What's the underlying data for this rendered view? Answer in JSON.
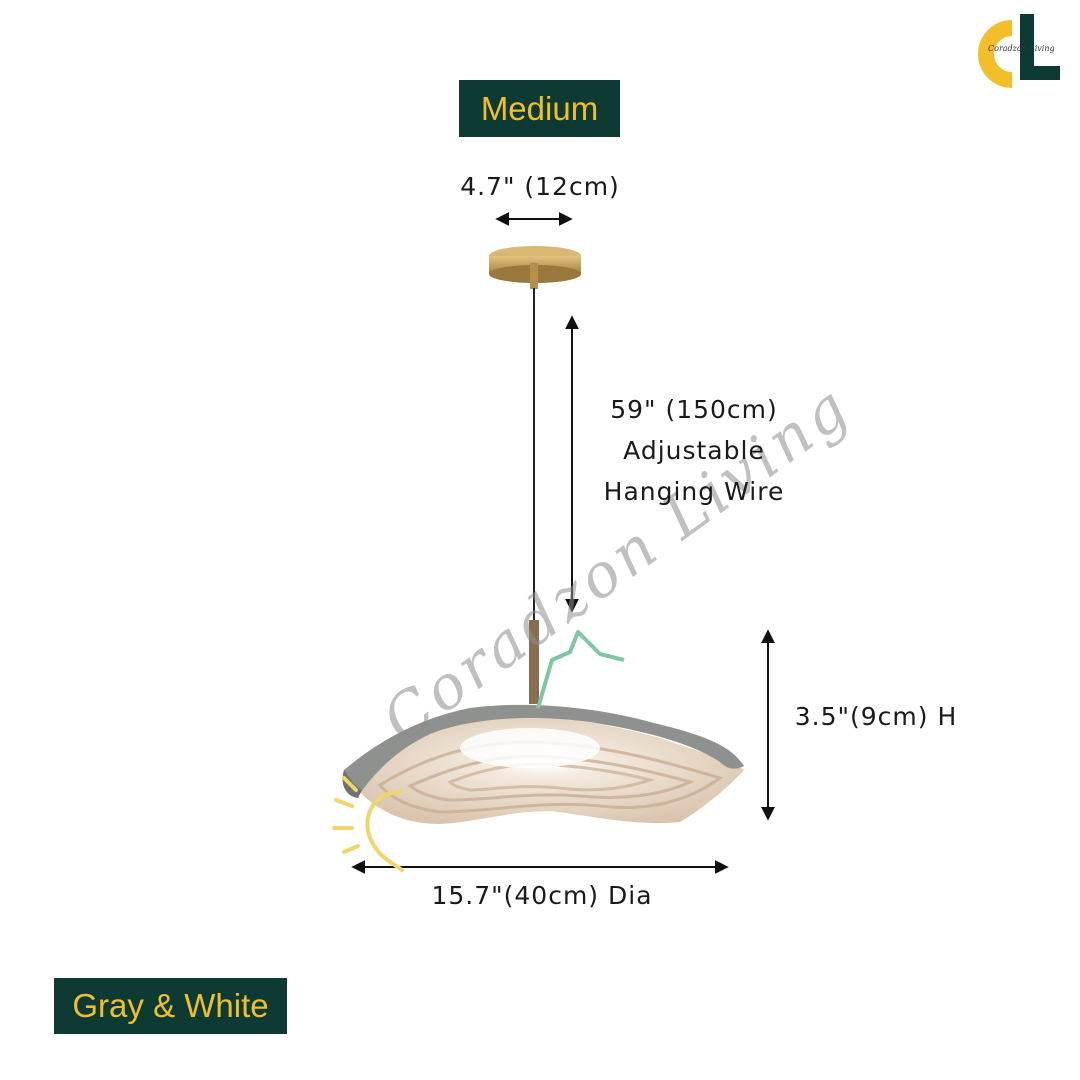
{
  "brand": {
    "logo_text": "Coradzon Living",
    "watermark_text": "Coradzon Living",
    "colors": {
      "dark_green": "#0d3a33",
      "gold": "#f2bf2a",
      "mint": "#7fc6a4"
    }
  },
  "size_badge": "Medium",
  "color_badge": "Gray & White",
  "dimensions": {
    "canopy": "4.7\" (12cm)",
    "wire_line1": "59\" (150cm)",
    "wire_line2": "Adjustable",
    "wire_line3": "Hanging Wire",
    "height": "3.5\"(9cm) H",
    "diameter": "15.7\"(40cm) Dia"
  },
  "product": {
    "shade_colors": {
      "outer": "#8e918e",
      "inner": "#e6d6c4",
      "canopy": "#c9a45c"
    }
  }
}
